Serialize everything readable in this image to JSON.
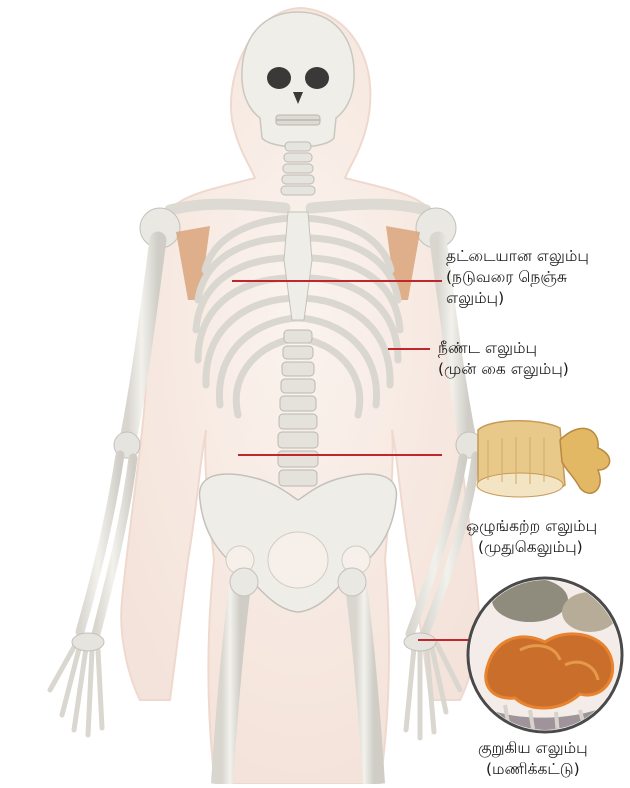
{
  "labels": {
    "flat_bone": {
      "line1": "தட்டையான எலும்பு",
      "line2": "(நடுவரை நெஞ்சு",
      "line3": "எலும்பு)"
    },
    "long_bone": {
      "line1": "நீண்ட எலும்பு",
      "line2": "(முன் கை எலும்பு)"
    },
    "irregular_bone": {
      "line1": "ஒழுங்கற்ற எலும்பு",
      "line2": "(முதுகெலும்பு)"
    },
    "short_bone": {
      "line1": "குறுகிய எலும்பு",
      "line2": "(மணிக்கட்டு)"
    }
  },
  "colors": {
    "pointer_line": "#c0272d",
    "bone": "#ecebe6",
    "bone_shadow": "#c9c7c0",
    "body_outline": "#f3e6df",
    "muscle": "#d9a57a",
    "vertebra": "#e8c98a",
    "carpal_highlight": "#e07a2a"
  }
}
